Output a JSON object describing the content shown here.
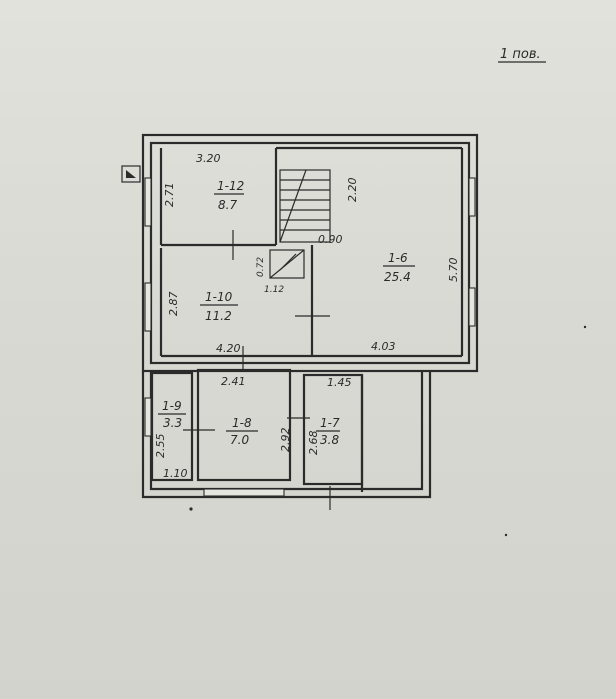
{
  "title": "1 пов.",
  "rooms": [
    {
      "id": "1-12",
      "area": "8.7"
    },
    {
      "id": "1-6",
      "area": "25.4"
    },
    {
      "id": "1-10",
      "area": "11.2"
    },
    {
      "id": "1-9",
      "area": "3.3"
    },
    {
      "id": "1-8",
      "area": "7.0"
    },
    {
      "id": "1-7",
      "area": "3.8"
    }
  ],
  "dimensions": {
    "r12_width": "3.20",
    "r12_height": "2.71",
    "stair_width": "2.20",
    "opening": "0.90",
    "r6_height": "5.70",
    "r6_width": "4.03",
    "r10_height": "2.87",
    "r10_width": "4.20",
    "closet_height": "0.72",
    "closet_width": "1.12",
    "r8_width": "2.41",
    "r9_height": "2.55",
    "r9_width": "1.10",
    "r8_height": "2.92",
    "r7_height": "2.68",
    "r7_width": "1.45"
  },
  "colors": {
    "paper": "#dcdcd6",
    "ink": "#2b2b2b"
  }
}
